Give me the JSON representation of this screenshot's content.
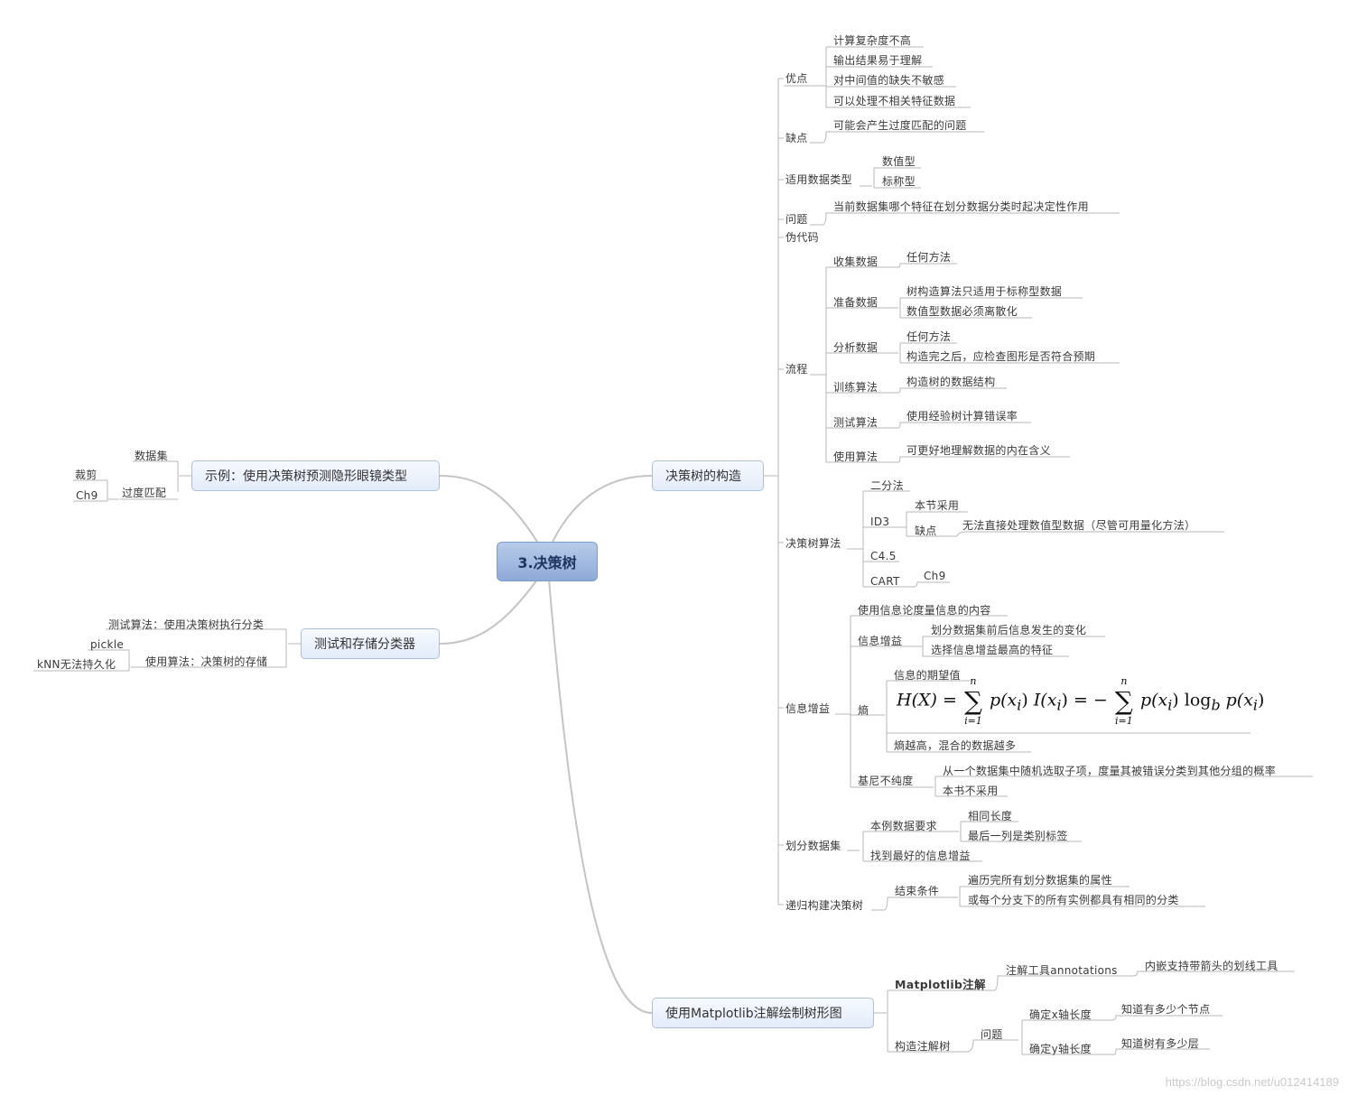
{
  "root": "3.决策树",
  "branches": {
    "construct": "决策树的构造",
    "example": "示例：使用决策树预测隐形眼镜类型",
    "test_store": "测试和存储分类器",
    "plot": "使用Matplotlib注解绘制树形图"
  },
  "construct": {
    "pros": "优点",
    "pros_items": [
      "计算复杂度不高",
      "输出结果易于理解",
      "对中间值的缺失不敏感",
      "可以处理不相关特征数据"
    ],
    "cons": "缺点",
    "cons_item": "可能会产生过度匹配的问题",
    "types": "适用数据类型",
    "types_items": [
      "数值型",
      "标称型"
    ],
    "question": "问题",
    "question_item": "当前数据集哪个特征在划分数据分类时起决定性作用",
    "pseudo": "伪代码",
    "flow": "流程",
    "flow_steps": [
      {
        "label": "收集数据",
        "items": [
          "任何方法"
        ]
      },
      {
        "label": "准备数据",
        "items": [
          "树构造算法只适用于标称型数据",
          "数值型数据必须离散化"
        ]
      },
      {
        "label": "分析数据",
        "items": [
          "任何方法",
          "构造完之后，应检查图形是否符合预期"
        ]
      },
      {
        "label": "训练算法",
        "items": [
          "构造树的数据结构"
        ]
      },
      {
        "label": "测试算法",
        "items": [
          "使用经验树计算错误率"
        ]
      },
      {
        "label": "使用算法",
        "items": [
          "可更好地理解数据的内在含义"
        ]
      }
    ],
    "algos": "决策树算法",
    "algo_binary": "二分法",
    "algo_id3": "ID3",
    "id3_used": "本节采用",
    "id3_cons": "缺点",
    "id3_cons_item": "无法直接处理数值型数据（尽管可用量化方法）",
    "algo_c45": "C4.5",
    "algo_cart": "CART",
    "cart_item": "Ch9",
    "gain": "信息增益",
    "gain_use": "使用信息论度量信息的内容",
    "gain_sub": "信息增益",
    "gain_sub_items": [
      "划分数据集前后信息发生的变化",
      "选择信息增益最高的特征"
    ],
    "entropy": "熵",
    "entropy_expect": "信息的期望值",
    "entropy_note": "熵越高，混合的数据越多",
    "gini": "基尼不纯度",
    "gini_items": [
      "从一个数据集中随机选取子项，度量其被错误分类到其他分组的概率",
      "本书不采用"
    ],
    "split": "划分数据集",
    "split_req": "本例数据要求",
    "split_req_items": [
      "相同长度",
      "最后一列是类别标签"
    ],
    "split_best": "找到最好的信息增益",
    "recursive": "递归构建决策树",
    "end_cond": "结束条件",
    "end_items": [
      "遍历完所有划分数据集的属性",
      "或每个分支下的所有实例都具有相同的分类"
    ]
  },
  "example": {
    "dataset": "数据集",
    "overfit": "过度匹配",
    "overfit_items": [
      "裁剪",
      "Ch9"
    ]
  },
  "test_store": {
    "test": "测试算法：使用决策树执行分类",
    "use": "使用算法：决策树的存储",
    "use_items": [
      "pickle",
      "kNN无法持久化"
    ]
  },
  "plot": {
    "mpl": "Matplotlib注解",
    "annot_tool": "注解工具annotations",
    "annot_tool_item": "内嵌支持带箭头的划线工具",
    "build": "构造注解树",
    "problem": "问题",
    "x_len": "确定x轴长度",
    "x_item": "知道有多少个节点",
    "y_len": "确定y轴长度",
    "y_item": "知道树有多少层"
  },
  "formula": {
    "lhs1": "H(X) =",
    "sum_top": "n",
    "sum_bottom": "i=1",
    "term1": "p(x",
    "sub_i": "i",
    "mid": "I(x",
    "eq2": "= −",
    "term2": "p(x",
    "log": "log",
    "log_base": "b",
    "term3": "p(x"
  },
  "watermark": "https://blog.csdn.net/u012414189"
}
